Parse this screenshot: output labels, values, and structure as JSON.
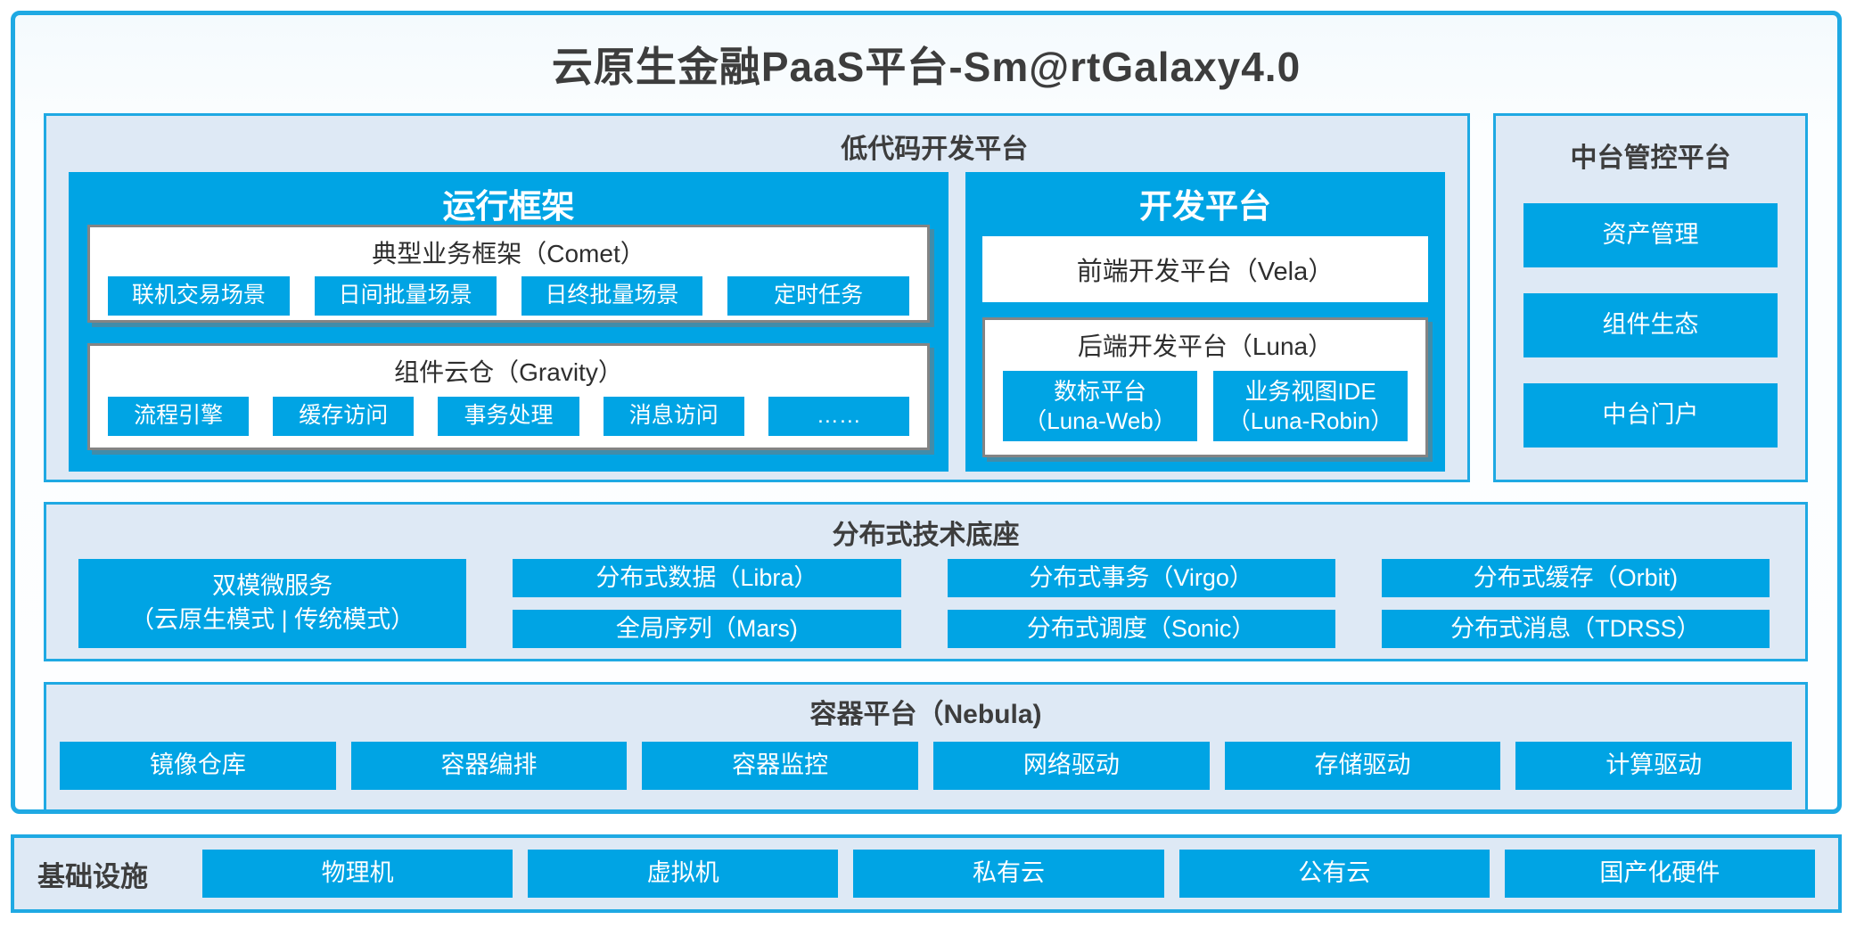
{
  "title": "云原生金融PaaS平台-Sm@rtGalaxy4.0",
  "colors": {
    "accent_blue": "#00a4e4",
    "border_cyan": "#1fa9e3",
    "panel_bg": "#dee9f5",
    "box_border_gray": "#848484",
    "text_dark": "#3d3d3d"
  },
  "lowcode": {
    "header": "低代码开发平台",
    "runtime": {
      "title": "运行框架",
      "comet": {
        "title": "典型业务框架（Comet）",
        "items": [
          "联机交易场景",
          "日间批量场景",
          "日终批量场景",
          "定时任务"
        ]
      },
      "gravity": {
        "title": "组件云仓（Gravity）",
        "items": [
          "流程引擎",
          "缓存访问",
          "事务处理",
          "消息访问",
          "……"
        ]
      }
    },
    "dev": {
      "title": "开发平台",
      "vela": "前端开发平台（Vela）",
      "luna": {
        "title": "后端开发平台（Luna）",
        "items": [
          {
            "line1": "数标平台",
            "line2": "（Luna-Web）"
          },
          {
            "line1": "业务视图IDE",
            "line2": "（Luna-Robin）"
          }
        ]
      }
    }
  },
  "midplat": {
    "header": "中台管控平台",
    "items": [
      "资产管理",
      "组件生态",
      "中台门户"
    ]
  },
  "distributed": {
    "header": "分布式技术底座",
    "dual_mode": {
      "line1": "双模微服务",
      "line2": "（云原生模式 | 传统模式）"
    },
    "cols": [
      {
        "top": "分布式数据（Libra）",
        "bottom": "全局序列（Mars)"
      },
      {
        "top": "分布式事务（Virgo）",
        "bottom": "分布式调度（Sonic）"
      },
      {
        "top": "分布式缓存（Orbit)",
        "bottom": "分布式消息（TDRSS）"
      }
    ]
  },
  "container_platform": {
    "header": "容器平台（Nebula)",
    "items": [
      "镜像仓库",
      "容器编排",
      "容器监控",
      "网络驱动",
      "存储驱动",
      "计算驱动"
    ]
  },
  "infrastructure": {
    "label": "基础设施",
    "items": [
      "物理机",
      "虚拟机",
      "私有云",
      "公有云",
      "国产化硬件"
    ]
  }
}
